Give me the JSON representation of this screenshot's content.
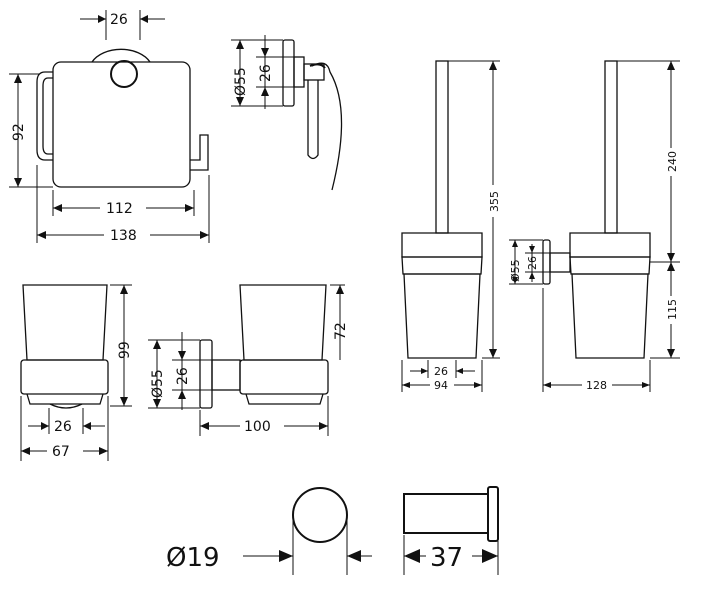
{
  "toilet_roll_holder": {
    "width_top": "26",
    "diameter": "Ø55",
    "depth": "26",
    "height": "92",
    "width_inner": "112",
    "width_total": "138"
  },
  "tumbler": {
    "height": "99",
    "width_inner": "26",
    "width_total": "67",
    "height_glass": "72",
    "diameter": "Ø55",
    "depth": "26",
    "projection": "100"
  },
  "toilet_brush": {
    "height_total": "355",
    "width_inner": "26",
    "width_total": "94",
    "diameter": "Ø55",
    "depth": "26",
    "height_brush": "240",
    "height_holder": "115",
    "projection": "128"
  },
  "hook": {
    "diameter": "Ø19",
    "projection": "37"
  }
}
